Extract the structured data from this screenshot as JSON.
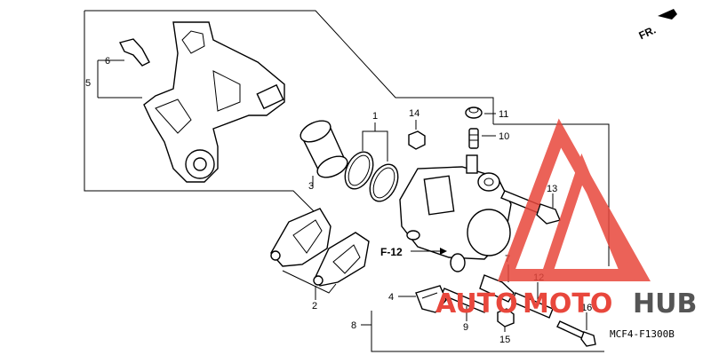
{
  "diagram": {
    "fr_label": "FR.",
    "ref_label": "F-12",
    "figure_code": "MCF4-F1300B",
    "part_numbers": {
      "p1": "1",
      "p2": "2",
      "p3": "3",
      "p4": "4",
      "p5": "5",
      "p6": "6",
      "p7": "7",
      "p8": "8",
      "p9": "9",
      "p10": "10",
      "p11": "11",
      "p12": "12",
      "p13": "13",
      "p14": "14",
      "p15": "15",
      "p16": "16"
    }
  },
  "watermark": {
    "text_part1": "AUTO",
    "text_part2": "MOTO",
    "text_part3": "HUB",
    "color_red": "#e8473c",
    "color_dark": "#555555"
  }
}
